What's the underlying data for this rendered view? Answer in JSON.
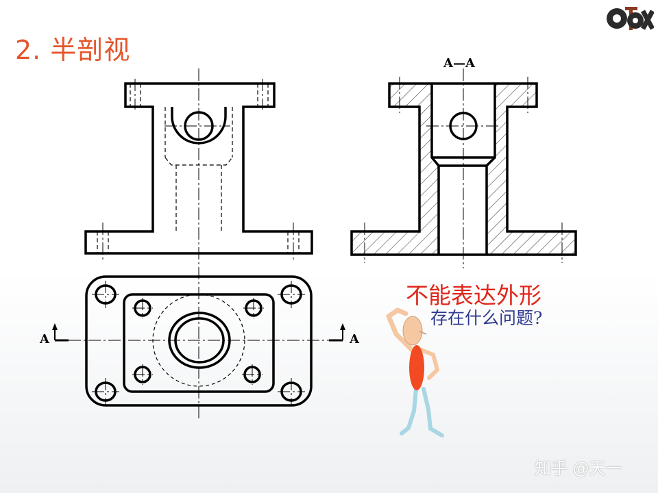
{
  "title": "2. 半剖视",
  "section_label": "A—A",
  "cut_marks": {
    "left": "A",
    "right": "A"
  },
  "question": {
    "line1": "不能表达外形",
    "line2": "存在什么问题?"
  },
  "watermark": "知乎 @天一",
  "colors": {
    "title": "#e5552a",
    "question_line1": "#e0261a",
    "question_line2": "#2f3a8f",
    "figure_body": "#f24a22",
    "figure_skin": "#f6c8a2",
    "figure_legs": "#a9d6e3"
  }
}
